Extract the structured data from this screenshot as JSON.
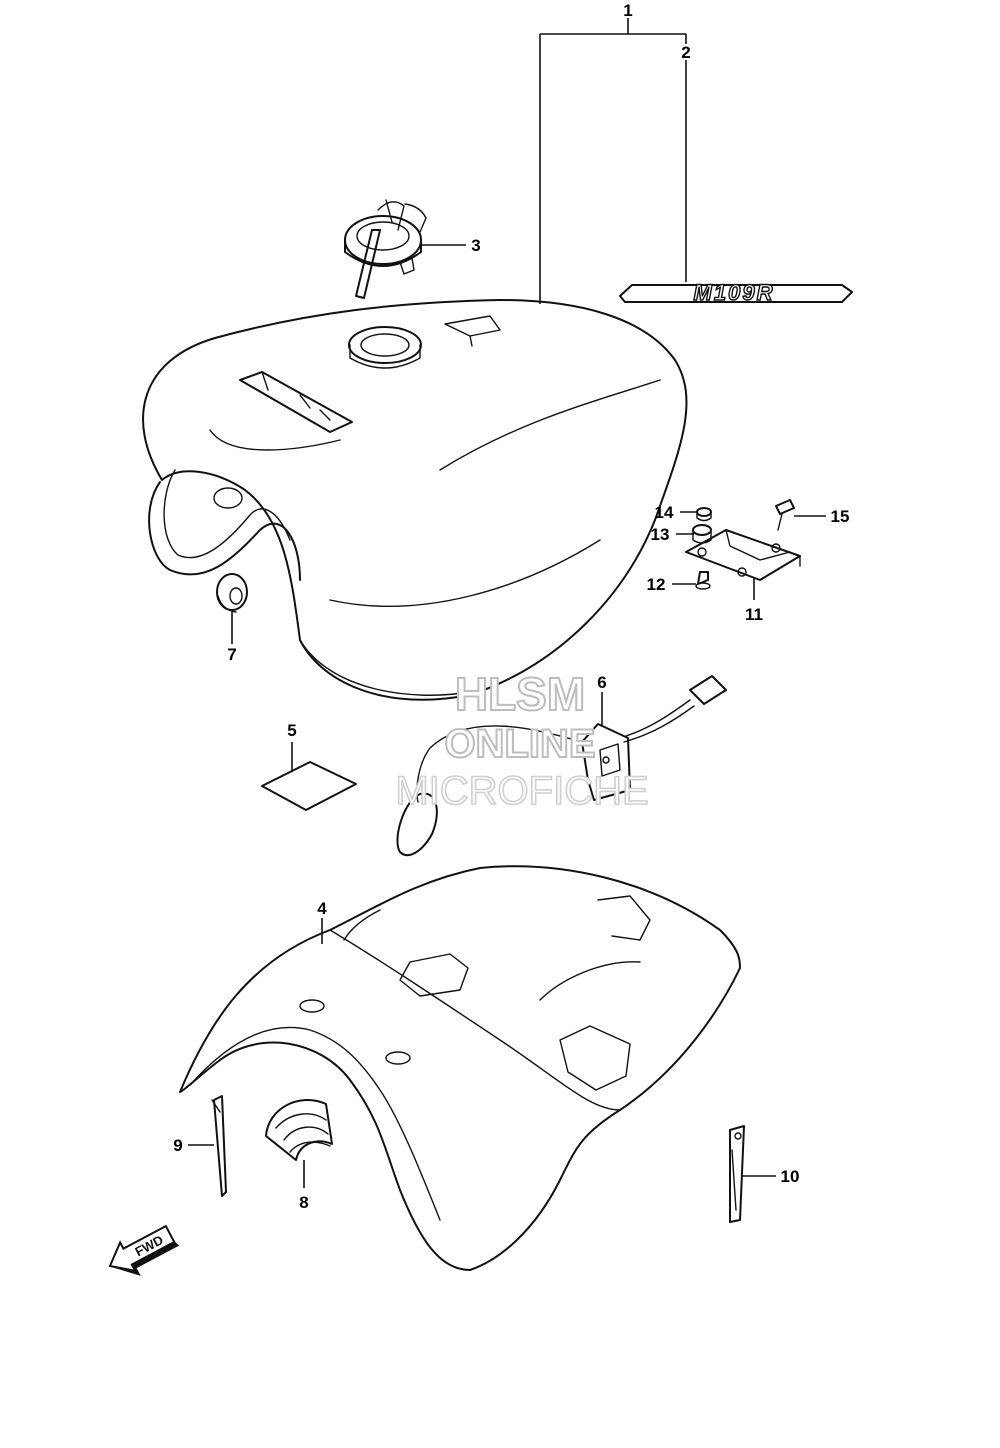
{
  "callouts": {
    "c1": "1",
    "c2": "2",
    "c3": "3",
    "c4": "4",
    "c5": "5",
    "c6": "6",
    "c7": "7",
    "c8": "8",
    "c9": "9",
    "c10": "10",
    "c11": "11",
    "c12": "12",
    "c13": "13",
    "c14": "14",
    "c15": "15"
  },
  "emblem_text": "M109R",
  "forward_arrow_text": "FWD",
  "watermark": {
    "line1": "HLSM",
    "line2": "ONLINE",
    "line3": "MICROFICHE"
  }
}
